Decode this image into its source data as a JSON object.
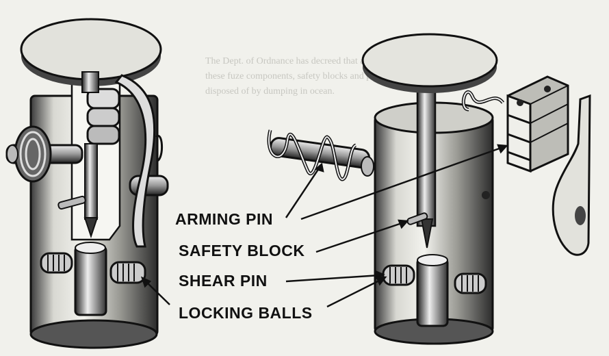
{
  "labels": {
    "arming_pin": "ARMING PIN",
    "safety_block": "SAFETY BLOCK",
    "shear_pin": "SHEAR PIN",
    "locking_balls": "LOCKING BALLS"
  },
  "bleed_through_text": [
    "The Dept. of Ordnance has decreed that all",
    "these fuze components, safety blocks and parts be",
    "disposed of by dumping in ocean."
  ],
  "colors": {
    "paper": "#f1f1ec",
    "ink": "#111111",
    "metal_dark": "#2a2a2a",
    "metal_light": "#e6e6e0"
  }
}
